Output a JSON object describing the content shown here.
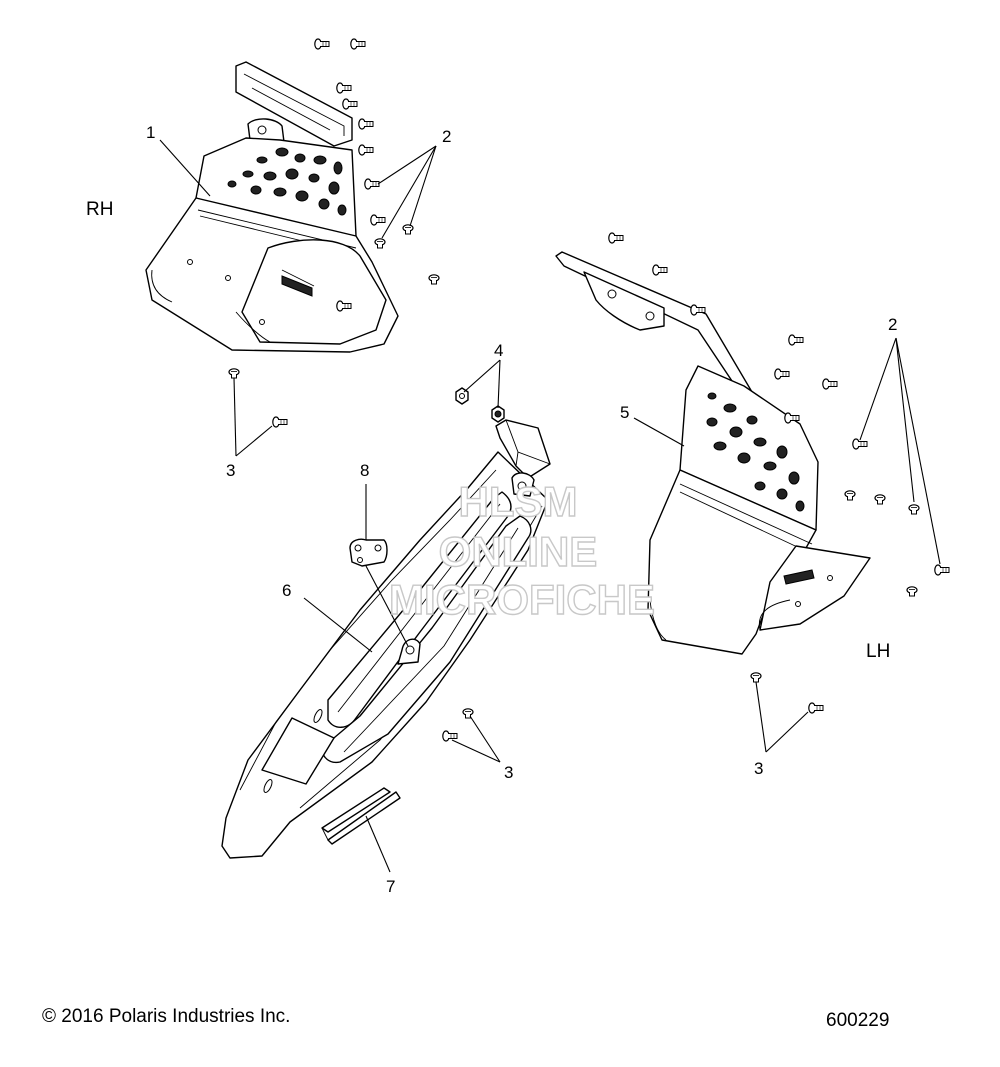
{
  "diagram": {
    "side_labels": {
      "right": "RH",
      "left": "LH"
    },
    "callouts": {
      "c1": "1",
      "c2a": "2",
      "c2b": "2",
      "c3a": "3",
      "c3b": "3",
      "c3c": "3",
      "c4": "4",
      "c5": "5",
      "c6": "6",
      "c7": "7",
      "c8": "8"
    },
    "watermark": [
      "HLSM",
      "ONLINE",
      "MICROFICHE"
    ]
  },
  "footer": {
    "copyright": "© 2016 Polaris Industries Inc.",
    "drawing_number": "600229"
  },
  "colors": {
    "line": "#000000",
    "watermark_outline": "#c8c8c8",
    "background": "#ffffff"
  },
  "icons": {
    "fastener": "screw-icon",
    "nut": "nut-icon"
  }
}
